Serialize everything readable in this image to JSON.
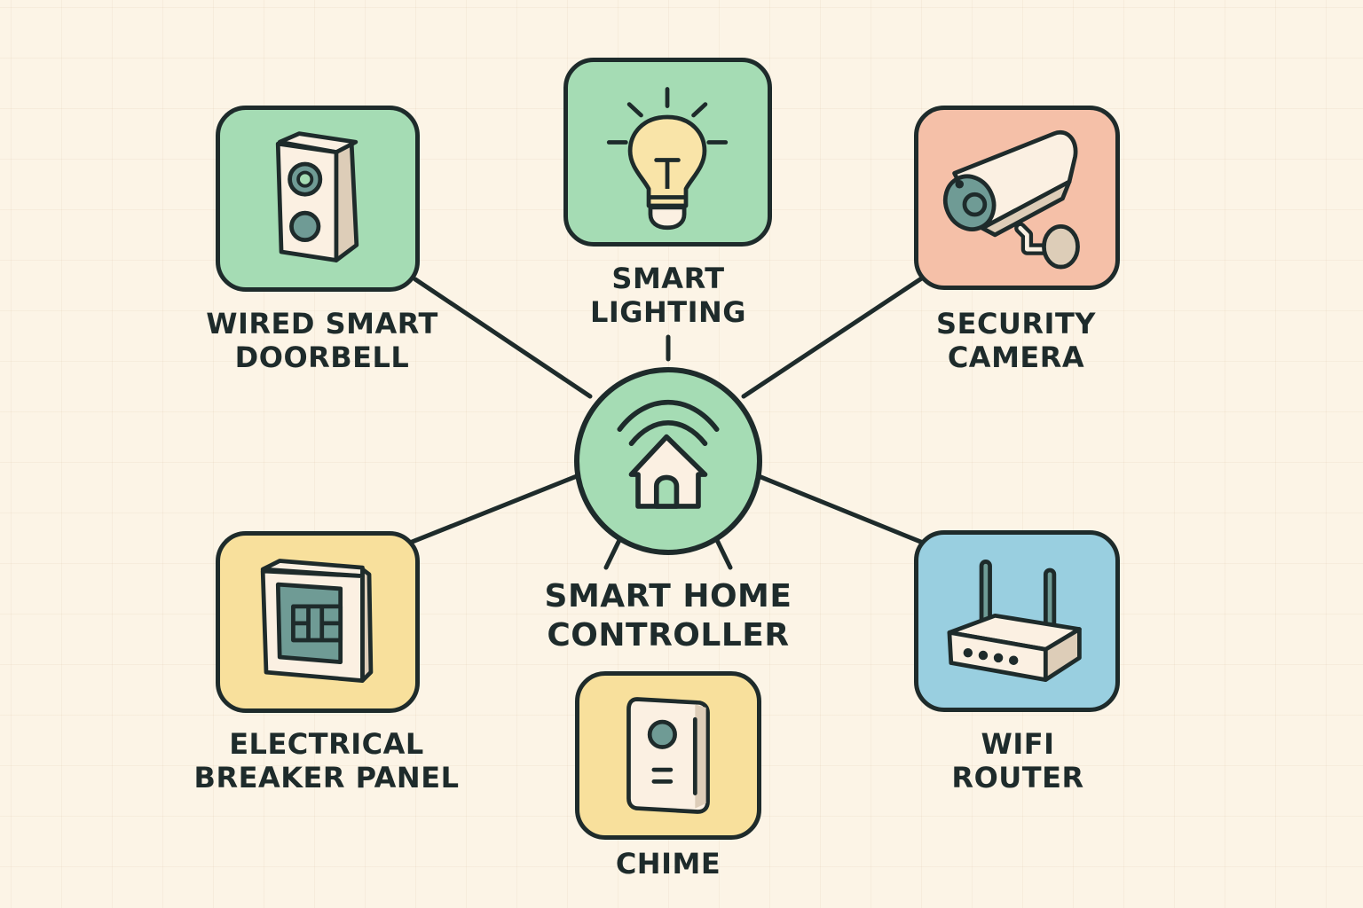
{
  "diagram": {
    "type": "hub-and-spoke",
    "background_color": "#fcf4e6",
    "stroke_color": "#1e2b2b",
    "hub": {
      "label": "SMART HOME\nCONTROLLER",
      "icon": "house-wifi-icon",
      "color": "#a5dcb4"
    },
    "nodes": [
      {
        "id": "doorbell",
        "label": "WIRED SMART\nDOORBELL",
        "icon": "doorbell-icon",
        "color": "#a5dcb4",
        "position": "top-left"
      },
      {
        "id": "lighting",
        "label": "SMART\nLIGHTING",
        "icon": "lightbulb-icon",
        "color": "#a5dcb4",
        "position": "top-center"
      },
      {
        "id": "camera",
        "label": "SECURITY\nCAMERA",
        "icon": "security-camera-icon",
        "color": "#f5c0a8",
        "position": "top-right"
      },
      {
        "id": "breaker",
        "label": "ELECTRICAL\nBREAKER PANEL",
        "icon": "breaker-panel-icon",
        "color": "#f8e09c",
        "position": "bottom-left"
      },
      {
        "id": "chime",
        "label": "CHIME",
        "icon": "chime-icon",
        "color": "#f8e09c",
        "position": "bottom-center"
      },
      {
        "id": "router",
        "label": "WIFI\nROUTER",
        "icon": "router-icon",
        "color": "#99cfe0",
        "position": "bottom-right"
      }
    ],
    "connections": [
      {
        "from": "hub",
        "to": "doorbell"
      },
      {
        "from": "hub",
        "to": "lighting"
      },
      {
        "from": "hub",
        "to": "camera"
      },
      {
        "from": "hub",
        "to": "breaker"
      },
      {
        "from": "hub",
        "to": "router"
      }
    ]
  }
}
